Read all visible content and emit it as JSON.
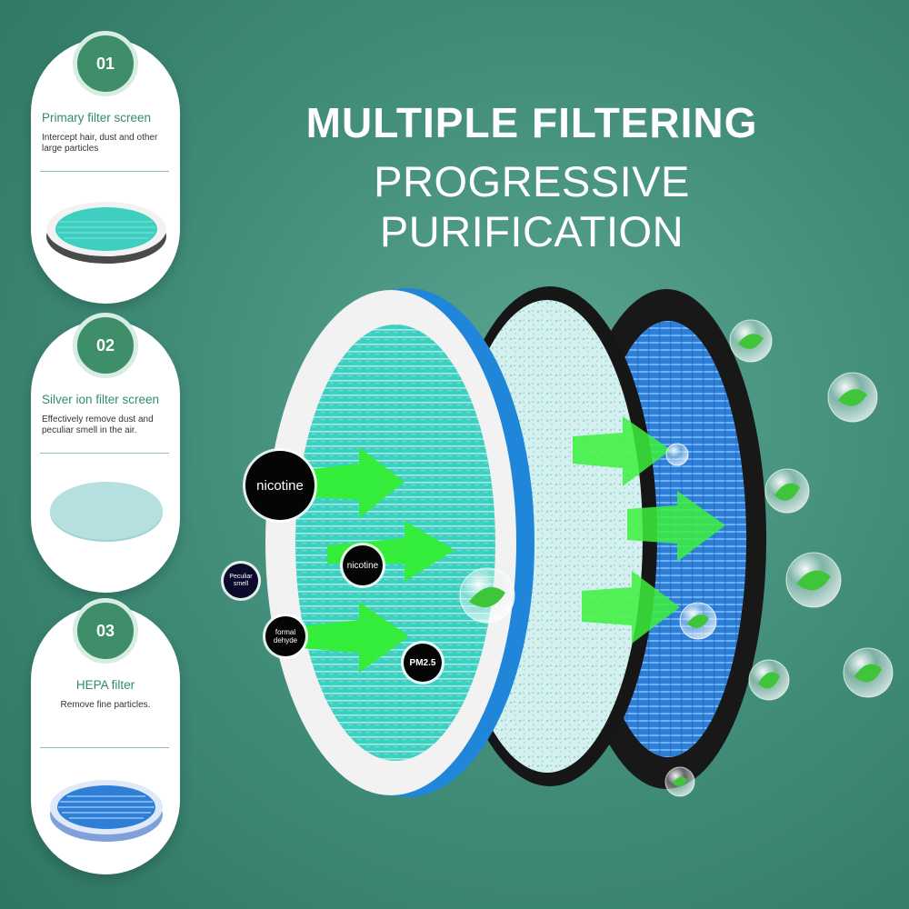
{
  "headline": {
    "line1": "MULTIPLE FILTERING",
    "line2": "PROGRESSIVE PURIFICATION"
  },
  "cards": [
    {
      "number": "01",
      "title": "Primary filter screen",
      "description": "Intercept hair, dust and other large particles",
      "icon": "primary-filter-disc"
    },
    {
      "number": "02",
      "title": "Silver ion filter screen",
      "description": "Effectively remove dust and peculiar smell in the air.",
      "icon": "silver-ion-disc"
    },
    {
      "number": "03",
      "title": "HEPA filter",
      "description": "Remove fine particles.",
      "icon": "hepa-filter-disc"
    }
  ],
  "pollutants": {
    "nicotine_large": "nicotine",
    "nicotine_mid": "nicotine",
    "peculiar_smell": "Peculiar smell",
    "formaldehyde": "formal dehyde",
    "pm25": "PM2.5"
  },
  "colors": {
    "background": "#3f8a77",
    "accent_green": "#3e8e6a",
    "arrow_green": "#33ee33",
    "filter_cyan": "#3fcfc0",
    "hepa_blue": "#2f7fd6",
    "frame_blue": "#1f86d9"
  }
}
